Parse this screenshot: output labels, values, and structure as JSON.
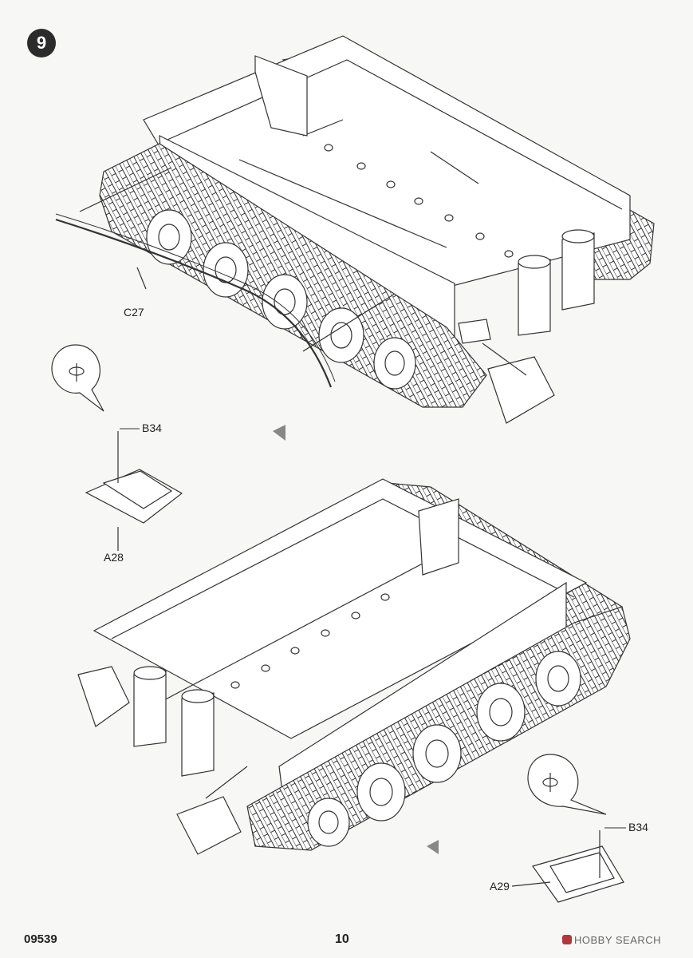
{
  "step": {
    "number": "9"
  },
  "labels": {
    "c27": "C27",
    "b34_top": "B34",
    "a28": "A28",
    "b34_bottom": "B34",
    "a29": "A29"
  },
  "footer": {
    "product_code": "09539",
    "page_number": "10"
  },
  "watermark": {
    "text": "HOBBY SEARCH"
  }
}
